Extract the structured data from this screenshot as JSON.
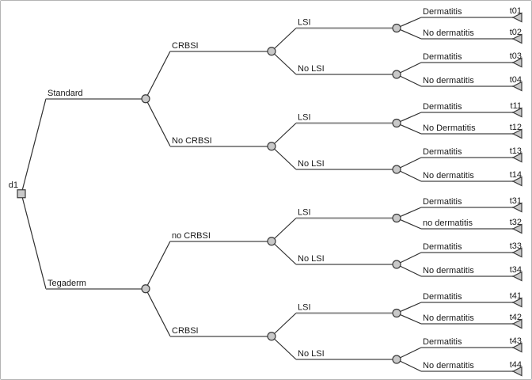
{
  "diagram": {
    "type": "decision-tree",
    "colors": {
      "background": "#ffffff",
      "frame_border": "#b4b4b4",
      "branch_line": "#8a8a8a",
      "connector_line": "#2e2e2e",
      "node_fill": "#c9c9c9",
      "node_stroke": "#3a3a3a",
      "text": "#1a1a1a"
    },
    "tree": {
      "label": "d1",
      "node": "decision",
      "children": [
        {
          "label": "Standard",
          "node": "chance",
          "children": [
            {
              "label": "CRBSI",
              "node": "chance",
              "children": [
                {
                  "label": "LSI",
                  "node": "chance",
                  "children": [
                    {
                      "label": "Dermatitis",
                      "node": "terminal",
                      "terminal_id": "t01"
                    },
                    {
                      "label": "No dermatitis",
                      "node": "terminal",
                      "terminal_id": "t02"
                    }
                  ]
                },
                {
                  "label": "No LSI",
                  "node": "chance",
                  "children": [
                    {
                      "label": "Dermatitis",
                      "node": "terminal",
                      "terminal_id": "t03"
                    },
                    {
                      "label": "No dermatitis",
                      "node": "terminal",
                      "terminal_id": "t04"
                    }
                  ]
                }
              ]
            },
            {
              "label": "No CRBSI",
              "node": "chance",
              "children": [
                {
                  "label": "LSI",
                  "node": "chance",
                  "children": [
                    {
                      "label": "Dermatitis",
                      "node": "terminal",
                      "terminal_id": "t11"
                    },
                    {
                      "label": "No Dermatitis",
                      "node": "terminal",
                      "terminal_id": "t12"
                    }
                  ]
                },
                {
                  "label": "No LSI",
                  "node": "chance",
                  "children": [
                    {
                      "label": "Dermatitis",
                      "node": "terminal",
                      "terminal_id": "t13"
                    },
                    {
                      "label": "No dermatitis",
                      "node": "terminal",
                      "terminal_id": "t14"
                    }
                  ]
                }
              ]
            }
          ]
        },
        {
          "label": "Tegaderm",
          "node": "chance",
          "children": [
            {
              "label": "no CRBSI",
              "node": "chance",
              "children": [
                {
                  "label": "LSI",
                  "node": "chance",
                  "children": [
                    {
                      "label": "Dermatitis",
                      "node": "terminal",
                      "terminal_id": "t31"
                    },
                    {
                      "label": "no dermatitis",
                      "node": "terminal",
                      "terminal_id": "t32"
                    }
                  ]
                },
                {
                  "label": "No LSI",
                  "node": "chance",
                  "children": [
                    {
                      "label": "Dermatitis",
                      "node": "terminal",
                      "terminal_id": "t33"
                    },
                    {
                      "label": "No dermatitis",
                      "node": "terminal",
                      "terminal_id": "t34"
                    }
                  ]
                }
              ]
            },
            {
              "label": "CRBSI",
              "node": "chance",
              "children": [
                {
                  "label": "LSI",
                  "node": "chance",
                  "children": [
                    {
                      "label": "Dermatitis",
                      "node": "terminal",
                      "terminal_id": "t41"
                    },
                    {
                      "label": "No dermatitis",
                      "node": "terminal",
                      "terminal_id": "t42"
                    }
                  ]
                },
                {
                  "label": "No LSI",
                  "node": "chance",
                  "children": [
                    {
                      "label": "Dermatitis",
                      "node": "terminal",
                      "terminal_id": "t43"
                    },
                    {
                      "label": "No dermatitis",
                      "node": "terminal",
                      "terminal_id": "t44"
                    }
                  ]
                }
              ]
            }
          ]
        }
      ]
    }
  }
}
